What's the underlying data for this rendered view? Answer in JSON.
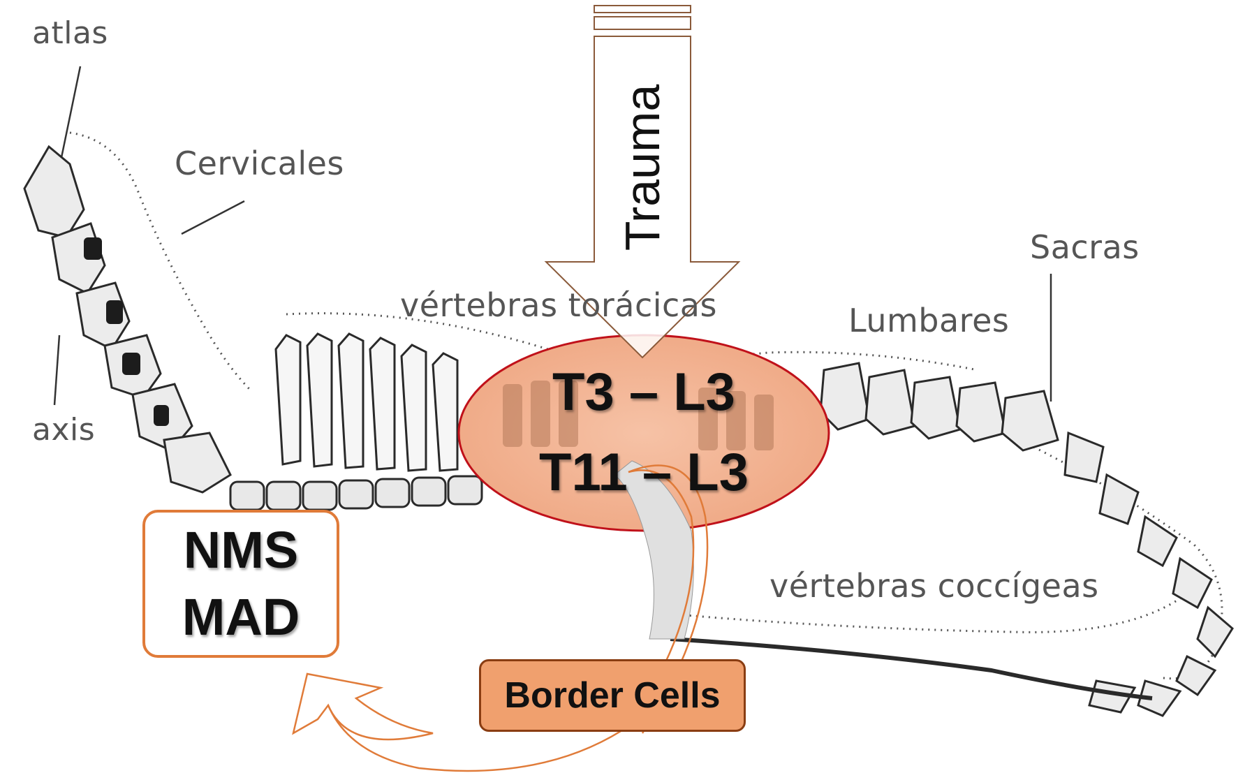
{
  "labels": {
    "atlas": "atlas",
    "cervicales": "Cervicales",
    "axis": "axis",
    "toracicas": "vértebras torácicas",
    "lumbares": "Lumbares",
    "sacras": "Sacras",
    "coccigeas": "vértebras coccígeas"
  },
  "arrow": {
    "label": "Trauma"
  },
  "region": {
    "line1": "T3 – L3",
    "line2": "T11 – L3"
  },
  "outcome": {
    "line1": "NMS",
    "line2": "MAD"
  },
  "cells": {
    "label": "Border Cells"
  },
  "colors": {
    "ellipse_fill": "#f2b08f",
    "ellipse_stroke": "#c0111a",
    "orange_accent": "#e07b39",
    "border_cells_fill": "#f0a06e",
    "arrow_stroke": "#8a5a3a",
    "bone": "#3a3a3a"
  }
}
